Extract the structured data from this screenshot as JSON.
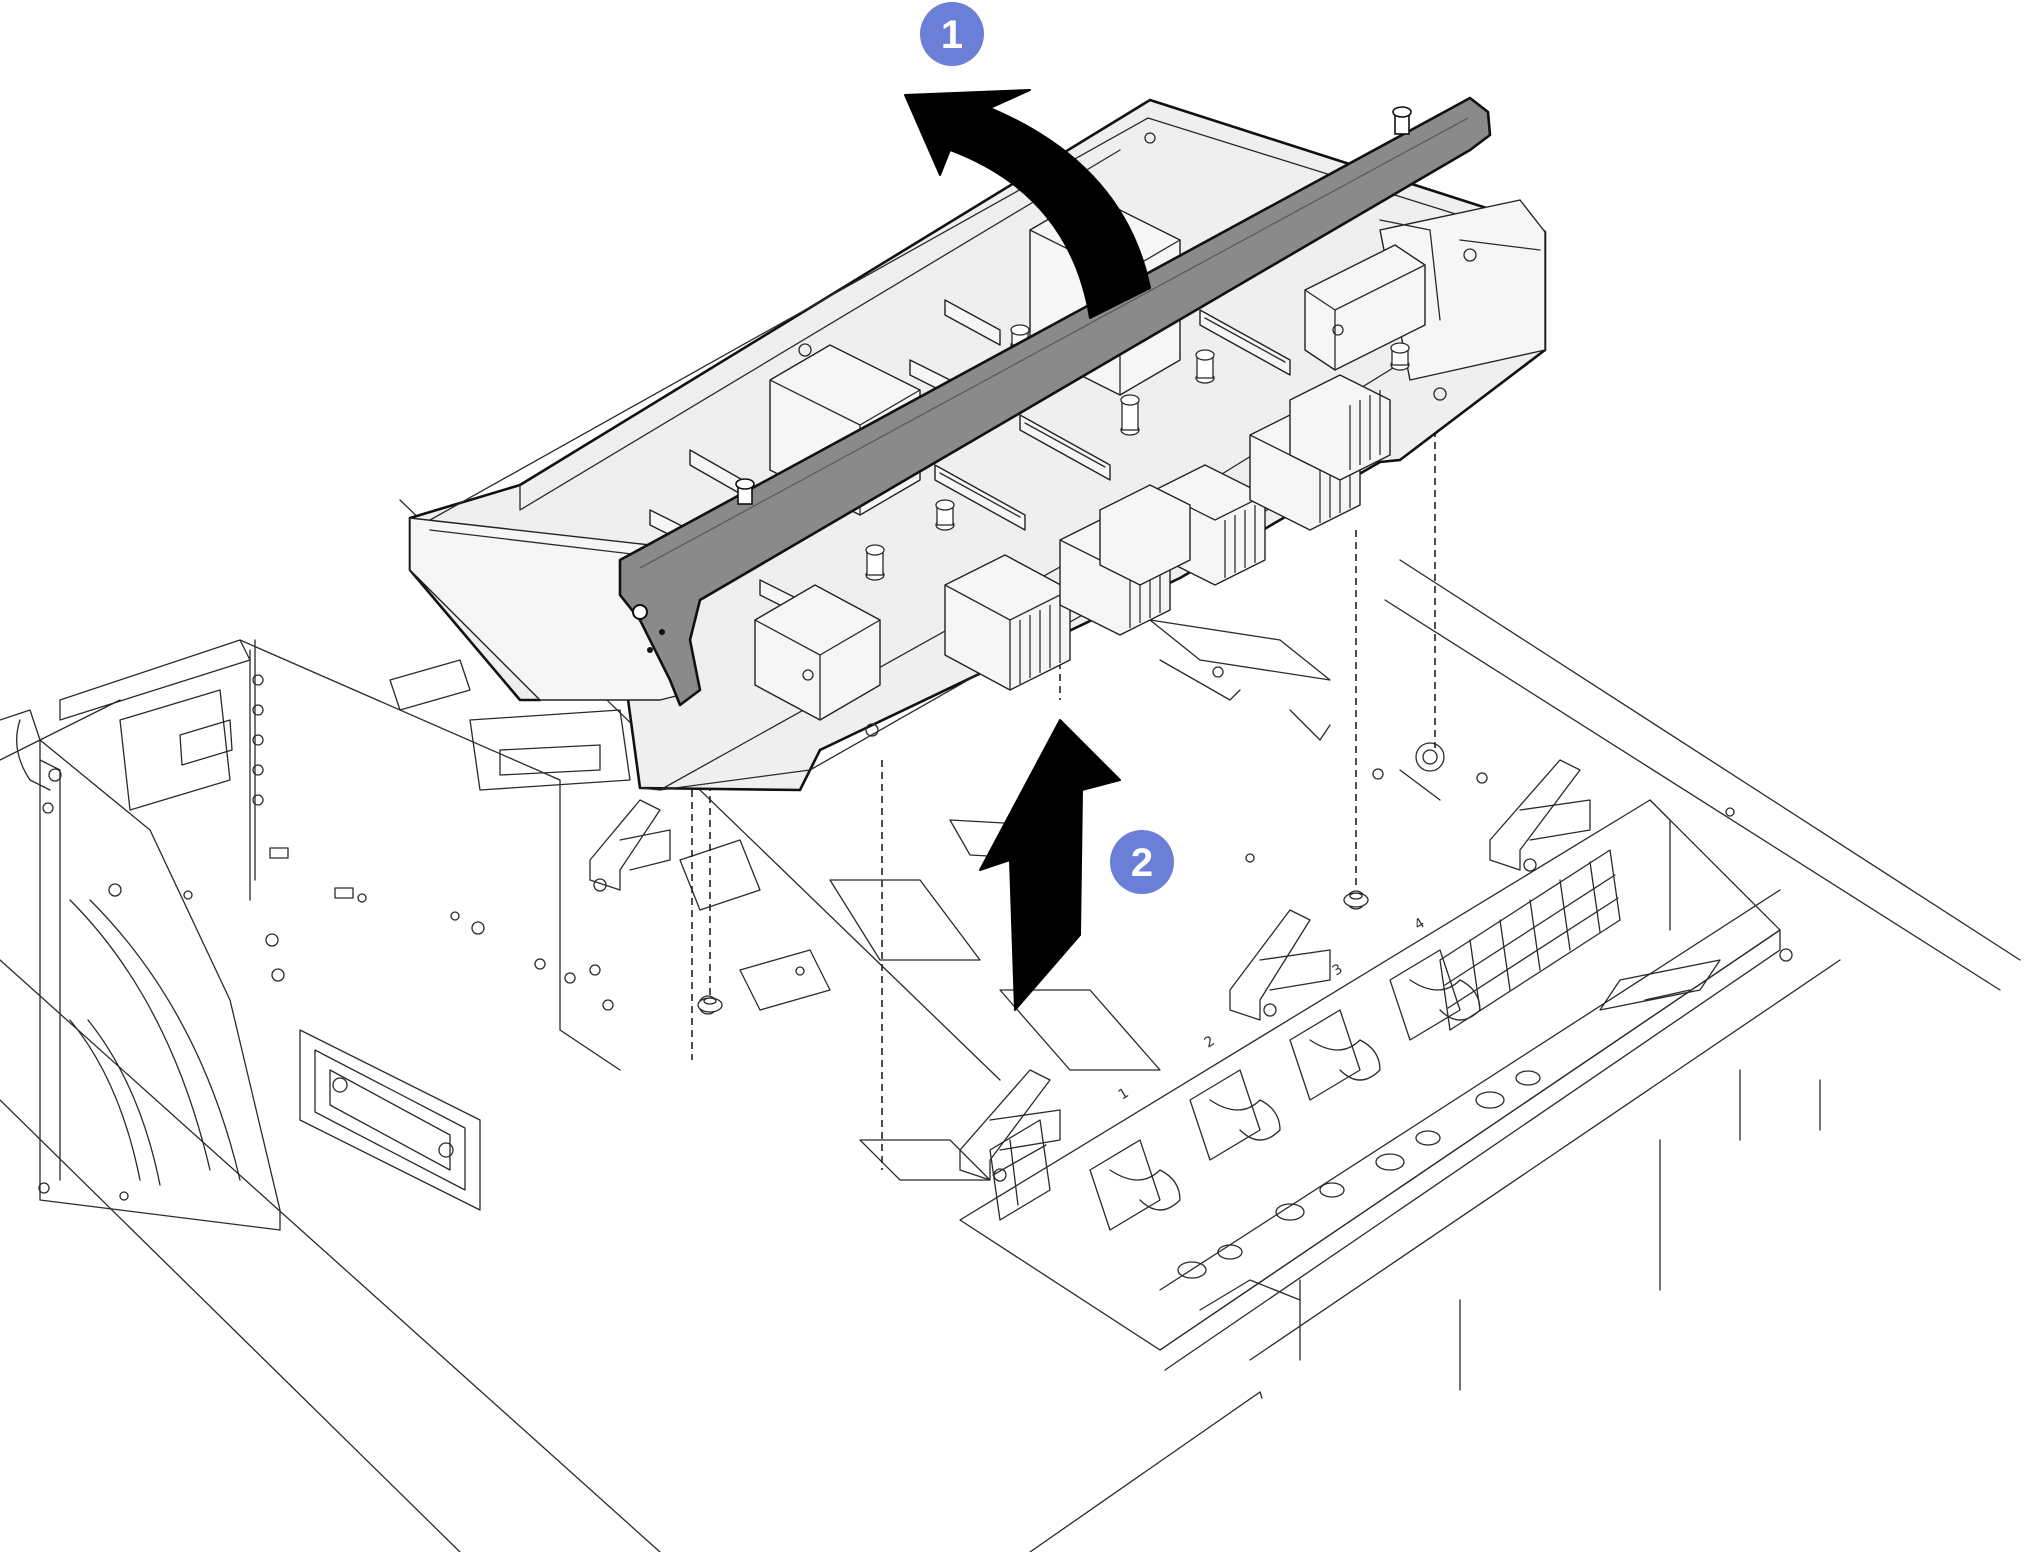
{
  "callouts": [
    {
      "label": "1",
      "action": "rotate-handle-up"
    },
    {
      "label": "2",
      "action": "lift-board-up"
    }
  ],
  "ports": [
    "1",
    "2",
    "3",
    "4"
  ],
  "colors": {
    "callout_fill": "#6b7fd7",
    "arrow_fill": "#000000",
    "handle_fill": "#8a8a8a",
    "tray_fill": "#efefef",
    "line": "#2a2a2a"
  }
}
